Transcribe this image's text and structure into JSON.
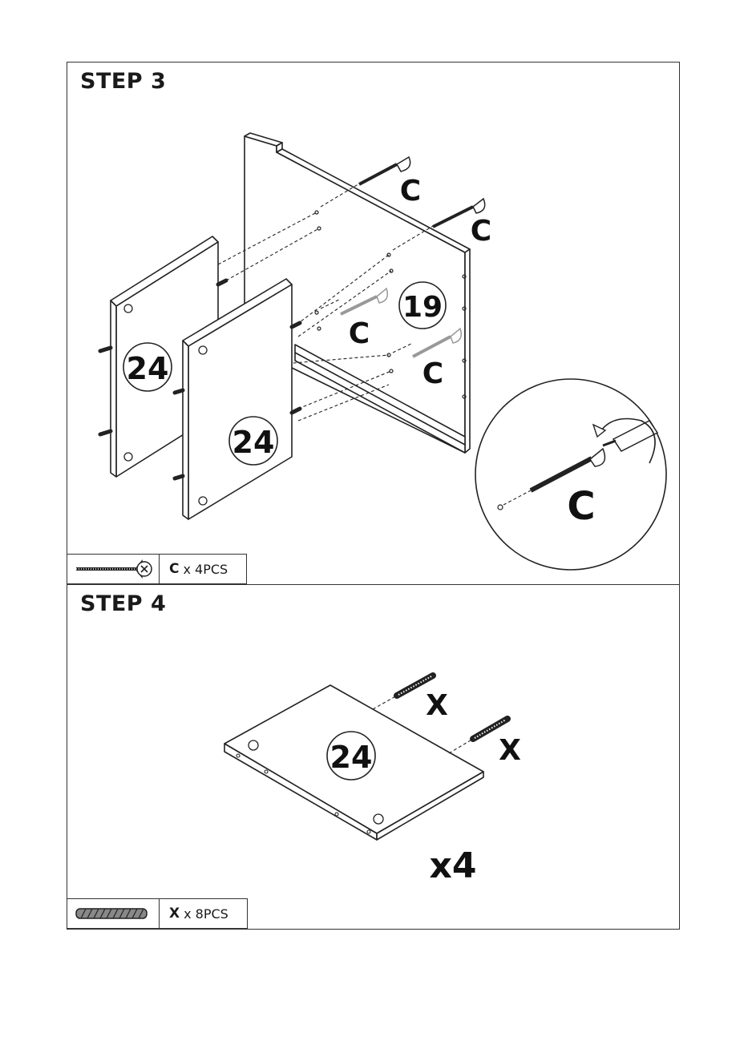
{
  "step3": {
    "title": "STEP 3",
    "panel_labels": [
      "24",
      "24",
      "19"
    ],
    "screw_labels": [
      "C",
      "C",
      "C",
      "C"
    ],
    "detail_label": "C",
    "parts": {
      "code": "C",
      "qty": "x 4PCS",
      "icon": "screw-icon"
    }
  },
  "step4": {
    "title": "STEP 4",
    "panel_label": "24",
    "dowel_labels": [
      "X",
      "X"
    ],
    "multiplier": "x4",
    "parts": {
      "code": "X",
      "qty": "x 8PCS",
      "icon": "dowel-icon"
    }
  },
  "colors": {
    "line": "#222222",
    "frame": "#333333",
    "background": "#ffffff"
  }
}
